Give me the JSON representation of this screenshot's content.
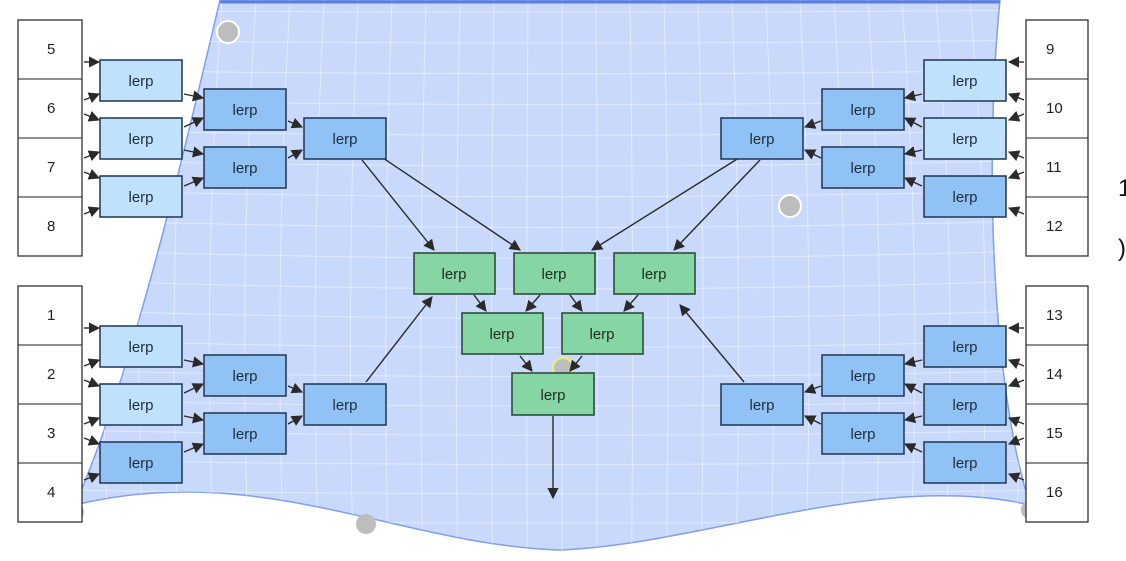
{
  "node_label": "lerp",
  "control_points": [
    "1",
    "2",
    "3",
    "4",
    "5",
    "6",
    "7",
    "8",
    "9",
    "10",
    "11",
    "12",
    "13",
    "14",
    "15",
    "16"
  ],
  "edge_fragments": [
    "1",
    ")"
  ],
  "colors": {
    "surface": "#c9d9fb",
    "surface_edge": "#7f9ff2",
    "grid": "#ffffff",
    "blue_node_fill_dark": "#90c2f5",
    "blue_node_fill_light": "#bfe1fb",
    "blue_node_stroke": "#1f3550",
    "green_node_fill": "#86d5a5",
    "green_node_stroke": "#24452f",
    "box_stroke": "#222222",
    "arrow": "#2a2a2a",
    "handle": "#bdbdbd"
  }
}
